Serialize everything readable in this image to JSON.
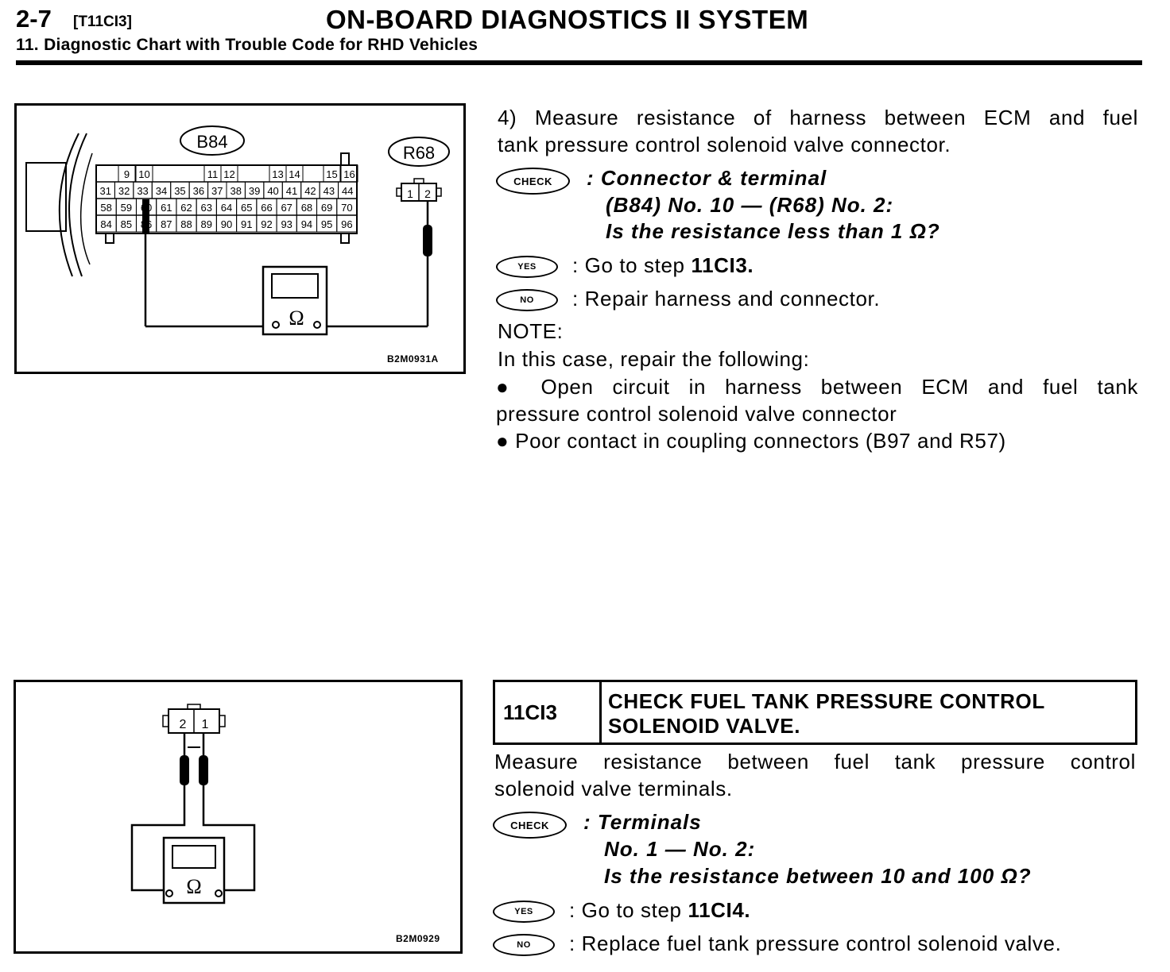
{
  "header": {
    "section_number": "2-7",
    "code": "[T11CI3]",
    "title": "ON-BOARD DIAGNOSTICS II SYSTEM",
    "subtitle": "11. Diagnostic Chart with Trouble Code for RHD Vehicles"
  },
  "figure1": {
    "connector_ecm": "B84",
    "connector_valve": "R68",
    "pins_row1": [
      "9",
      "10",
      "11",
      "12",
      "13",
      "14",
      "15",
      "16"
    ],
    "pins_row2": [
      "31",
      "32",
      "33",
      "34",
      "35",
      "36",
      "37",
      "38",
      "39",
      "40",
      "41",
      "42",
      "43",
      "44"
    ],
    "pins_row3": [
      "58",
      "59",
      "60",
      "61",
      "62",
      "63",
      "64",
      "65",
      "66",
      "67",
      "68",
      "69",
      "70"
    ],
    "pins_row4": [
      "84",
      "85",
      "86",
      "87",
      "88",
      "89",
      "90",
      "91",
      "92",
      "93",
      "94",
      "95",
      "96"
    ],
    "valve_pins": [
      "1",
      "2"
    ],
    "meter_symbol": "Ω",
    "figure_code": "B2M0931A"
  },
  "step4": {
    "intro": "4) Measure resistance of harness between ECM and fuel tank pressure control solenoid valve connector.",
    "intro_line1": "4)  Measure resistance of harness between ECM and fuel",
    "intro_line2": "tank pressure control solenoid valve connector.",
    "check_icon": "CHECK",
    "check_line1": ": Connector & terminal",
    "check_line2": "(B84) No. 10 — (R68) No. 2:",
    "check_line3": "Is the resistance less than 1 Ω?",
    "yes_icon": "YES",
    "yes_text_prefix": ":  Go to step ",
    "yes_step": "11CI3.",
    "no_icon": "NO",
    "no_text": ":  Repair harness and connector.",
    "note_label": "NOTE:",
    "note_intro": "In this case, repair the following:",
    "note_item1_line1": "● Open circuit in harness between ECM and fuel tank",
    "note_item1_line2": "pressure control solenoid valve connector",
    "note_item2": "● Poor contact in coupling connectors (B97 and R57)"
  },
  "figure2": {
    "valve_pins": [
      "2",
      "1"
    ],
    "meter_symbol": "Ω",
    "figure_code": "B2M0929"
  },
  "step_11ci3": {
    "step_code": "11CI3",
    "title_line1": "CHECK FUEL TANK PRESSURE CONTROL",
    "title_line2": "SOLENOID VALVE.",
    "body_line1": "Measure resistance between fuel tank pressure control",
    "body_line2": "solenoid valve terminals.",
    "check_icon": "CHECK",
    "check_line1": ": Terminals",
    "check_line2": "No. 1 — No. 2:",
    "check_line3": "Is the resistance between 10 and 100 Ω?",
    "yes_icon": "YES",
    "yes_text_prefix": ":  Go to step ",
    "yes_step": "11CI4.",
    "no_icon": "NO",
    "no_text": ":  Replace fuel tank pressure control solenoid valve."
  }
}
